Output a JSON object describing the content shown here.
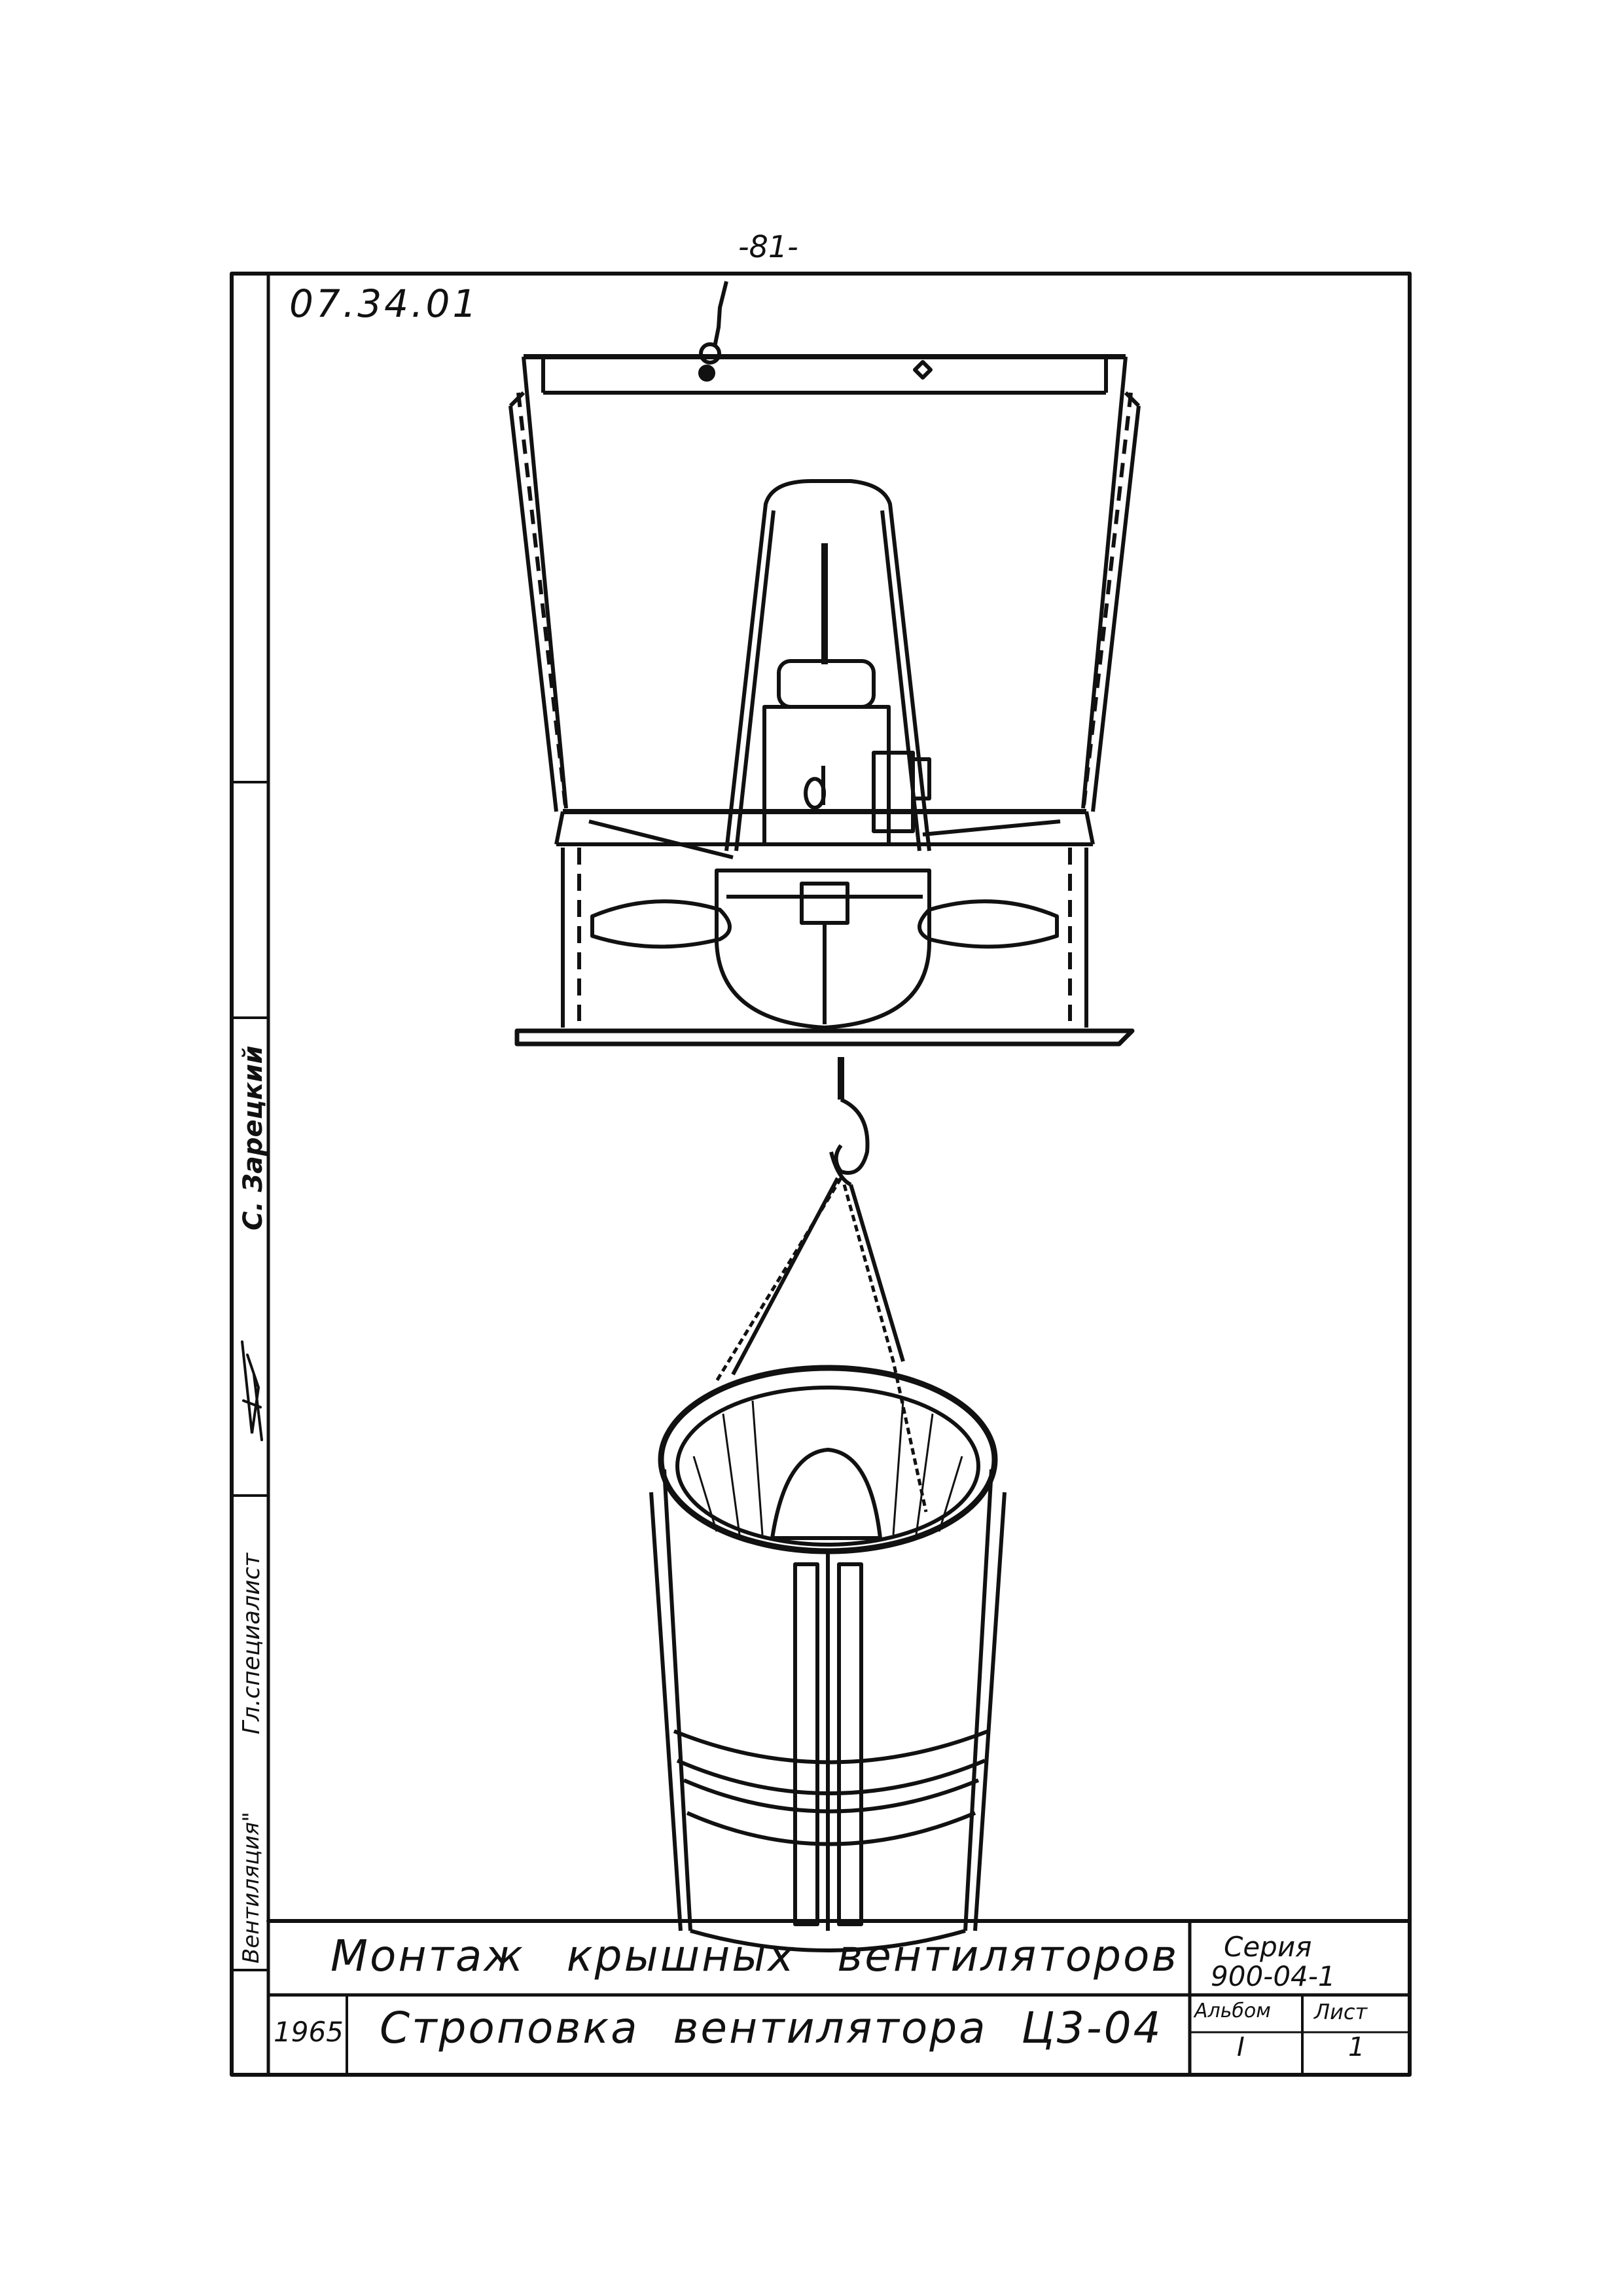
{
  "page_number": "-81-",
  "drawing_code": "07.34.01",
  "side_column": {
    "person": "С. Зарецкий",
    "department": "Вентиляция\"",
    "position": "Гл.специалист"
  },
  "title_block": {
    "title_main": "Монтаж крышных вентиляторов",
    "title_sub": "Строповка вентилятора Ц3-04",
    "year": "1965",
    "series_label": "Серия",
    "series_value": "900-04-1",
    "album_label": "Альбом",
    "album_value": "I",
    "sheet_label": "Лист",
    "sheet_value": "1"
  },
  "colors": {
    "ink": "#111111",
    "paper": "#ffffff"
  }
}
